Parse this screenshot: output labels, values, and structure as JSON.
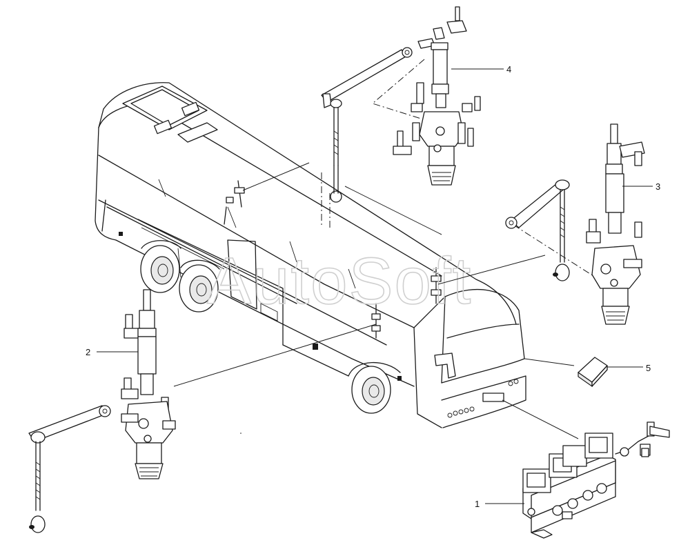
{
  "watermark": "AutoSoft",
  "callouts": [
    {
      "id": "1",
      "label": "1"
    },
    {
      "id": "2",
      "label": "2"
    },
    {
      "id": "3",
      "label": "3"
    },
    {
      "id": "4",
      "label": "4"
    },
    {
      "id": "5",
      "label": "5"
    }
  ],
  "colors": {
    "line": "#1a1a1a",
    "background": "#ffffff",
    "watermark": "#cfcfcf"
  },
  "icons": [
    "bus-body-drawing",
    "level-valve-icon",
    "solenoid-valve-block-icon",
    "relay-icon"
  ]
}
